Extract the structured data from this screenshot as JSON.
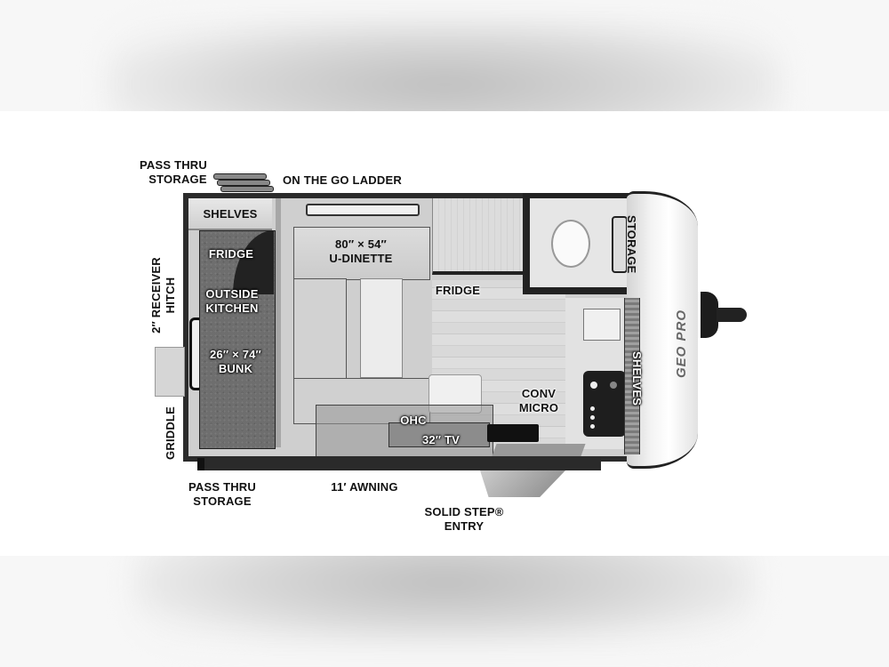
{
  "diagram": {
    "type": "rv-floorplan",
    "brand_mark": "GEO PRO",
    "labels": {
      "pass_thru_storage_top": "PASS THRU\nSTORAGE",
      "pass_thru_storage_top_l1": "PASS THRU",
      "pass_thru_storage_top_l2": "STORAGE",
      "on_the_go_ladder": "ON THE GO LADDER",
      "shelves_rear": "SHELVES",
      "fridge_outside": "FRIDGE",
      "outside_kitchen_l1": "OUTSIDE",
      "outside_kitchen_l2": "KITCHEN",
      "bunk_size": "26″ × 74″",
      "bunk": "BUNK",
      "receiver_hitch_l1": "2″ RECEIVER",
      "receiver_hitch_l2": "HITCH",
      "griddle": "GRIDDLE",
      "dinette_size": "80″ × 54″",
      "dinette": "U-DINETTE",
      "fridge_interior": "FRIDGE",
      "storage_bath": "STORAGE",
      "conv_micro_l1": "CONV",
      "conv_micro_l2": "MICRO",
      "shelves_front": "SHELVES",
      "ohc": "OHC",
      "tv": "32″ TV",
      "pass_thru_storage_bottom_l1": "PASS THRU",
      "pass_thru_storage_bottom_l2": "STORAGE",
      "awning": "11′ AWNING",
      "solid_step_entry_l1": "SOLID STEP®",
      "solid_step_entry_l2": "ENTRY"
    }
  }
}
